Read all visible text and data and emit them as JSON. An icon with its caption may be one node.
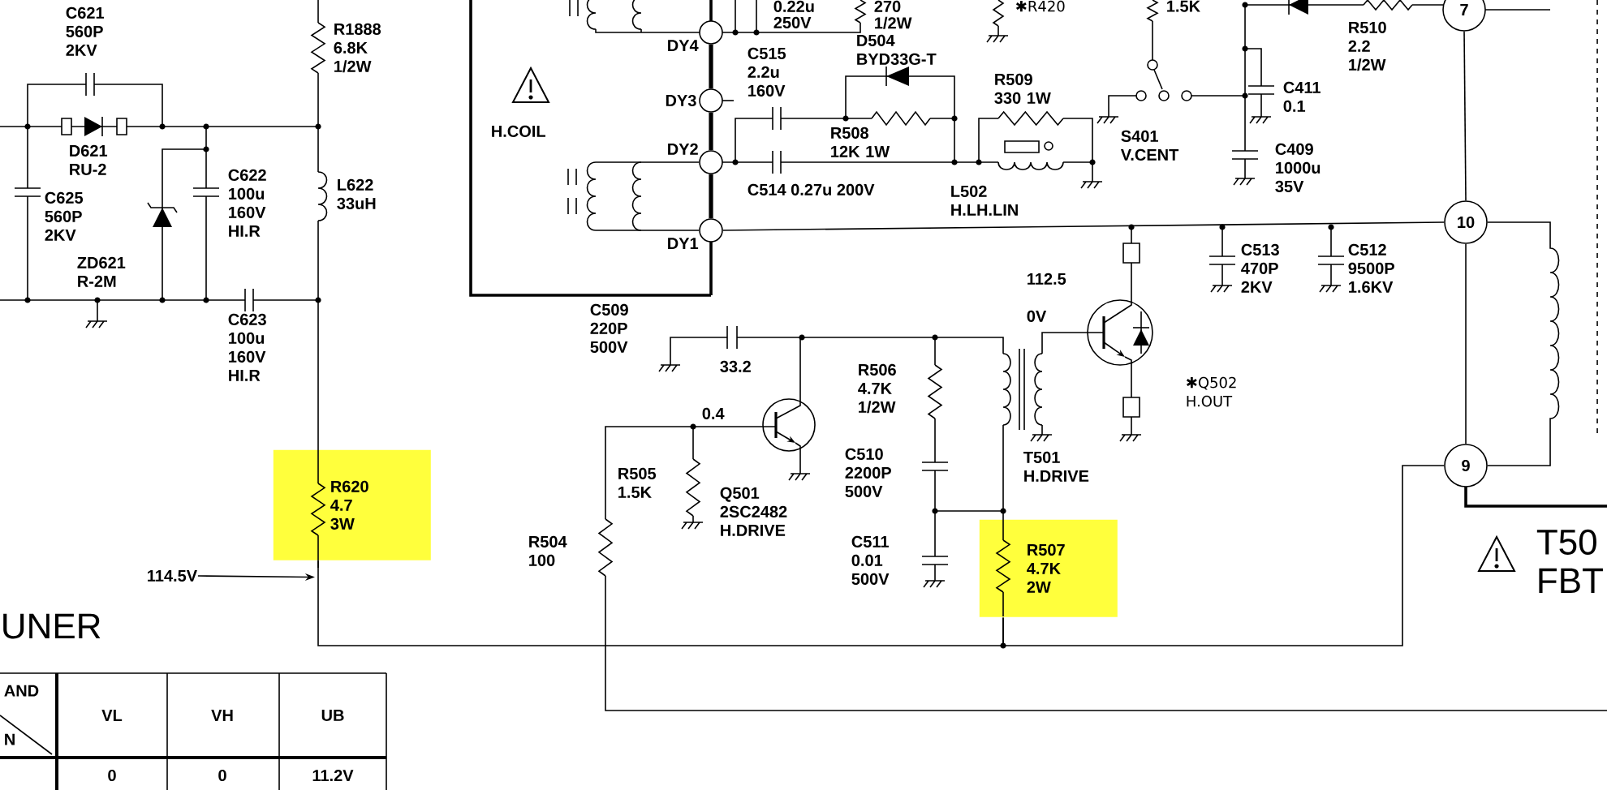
{
  "diagram": {
    "nodes": [
      {
        "text": [
          "7"
        ]
      },
      {
        "text": [
          "10"
        ]
      },
      {
        "text": [
          "9"
        ]
      },
      {
        "text": [
          "DY4"
        ]
      },
      {
        "text": [
          "DY3"
        ]
      },
      {
        "text": [
          "DY2"
        ]
      },
      {
        "text": [
          "DY1"
        ]
      },
      {
        "text": [
          "R620 4.7 3W"
        ]
      },
      {
        "text": [
          "R507 4.7K 2W"
        ]
      },
      {
        "text": [
          "114.5V"
        ]
      }
    ],
    "edges": [
      {
        "from": 0,
        "to": 1,
        "arrow": "none"
      },
      {
        "from": 1,
        "to": 2,
        "arrow": "none"
      },
      {
        "from": 6,
        "to": 1,
        "arrow": "none"
      },
      {
        "from": 3,
        "to": 4,
        "arrow": "none",
        "style": "thick"
      },
      {
        "from": 4,
        "to": 5,
        "arrow": "none",
        "style": "thick"
      },
      {
        "from": 5,
        "to": 6,
        "arrow": "none",
        "style": "thick"
      },
      {
        "from": 7,
        "to": 8,
        "arrow": "none"
      },
      {
        "from": 2,
        "to": 8,
        "arrow": "none"
      },
      {
        "from": 9,
        "to": 7,
        "arrow": "to"
      },
      {
        "from": 1,
        "to": 2,
        "arrow": "none"
      },
      {
        "from": 5,
        "to": 6,
        "arrow": "none"
      }
    ],
    "labels": [
      "0.22u",
      "270",
      "✱R420",
      "1.5K",
      "C621 560P 2KV",
      "R1888 6.8K 1/2W",
      "250V",
      "1/2W",
      "R510 2.2 1/2W",
      "C515 2.2u 160V",
      "D504 BYD33G-T",
      "R509 330 1W",
      "C411 0.1",
      "H.COIL",
      "R508 12K 1W",
      "D621 RU-2",
      "S401 V.CENT",
      "C409 1000u 35V",
      "C622 100u 160V HI.R",
      "L622 33uH",
      "C514 0.27u 200V",
      "L502 H.LH.LIN",
      "C625 560P 2KV",
      "C513 470P 2KV",
      "C512 9500P 1.6KV",
      "ZD621 R-2M",
      "112.5",
      "C509 220P 500V",
      "C623 100u 160V HI.R",
      "0V",
      "33.2",
      "R506 4.7K 1/2W",
      "✱Q502 H.OUT",
      "0.4",
      "C510 2200P 500V",
      "T501 H.DRIVE",
      "R505 1.5K",
      "Q501 2SC2482 H.DRIVE",
      "R504 100",
      "C511 0.01 500V",
      "T50",
      "FBT",
      "UNER",
      "AND",
      "N",
      "VL",
      "VH",
      "UB",
      "0",
      "0",
      "11.2V"
    ]
  }
}
